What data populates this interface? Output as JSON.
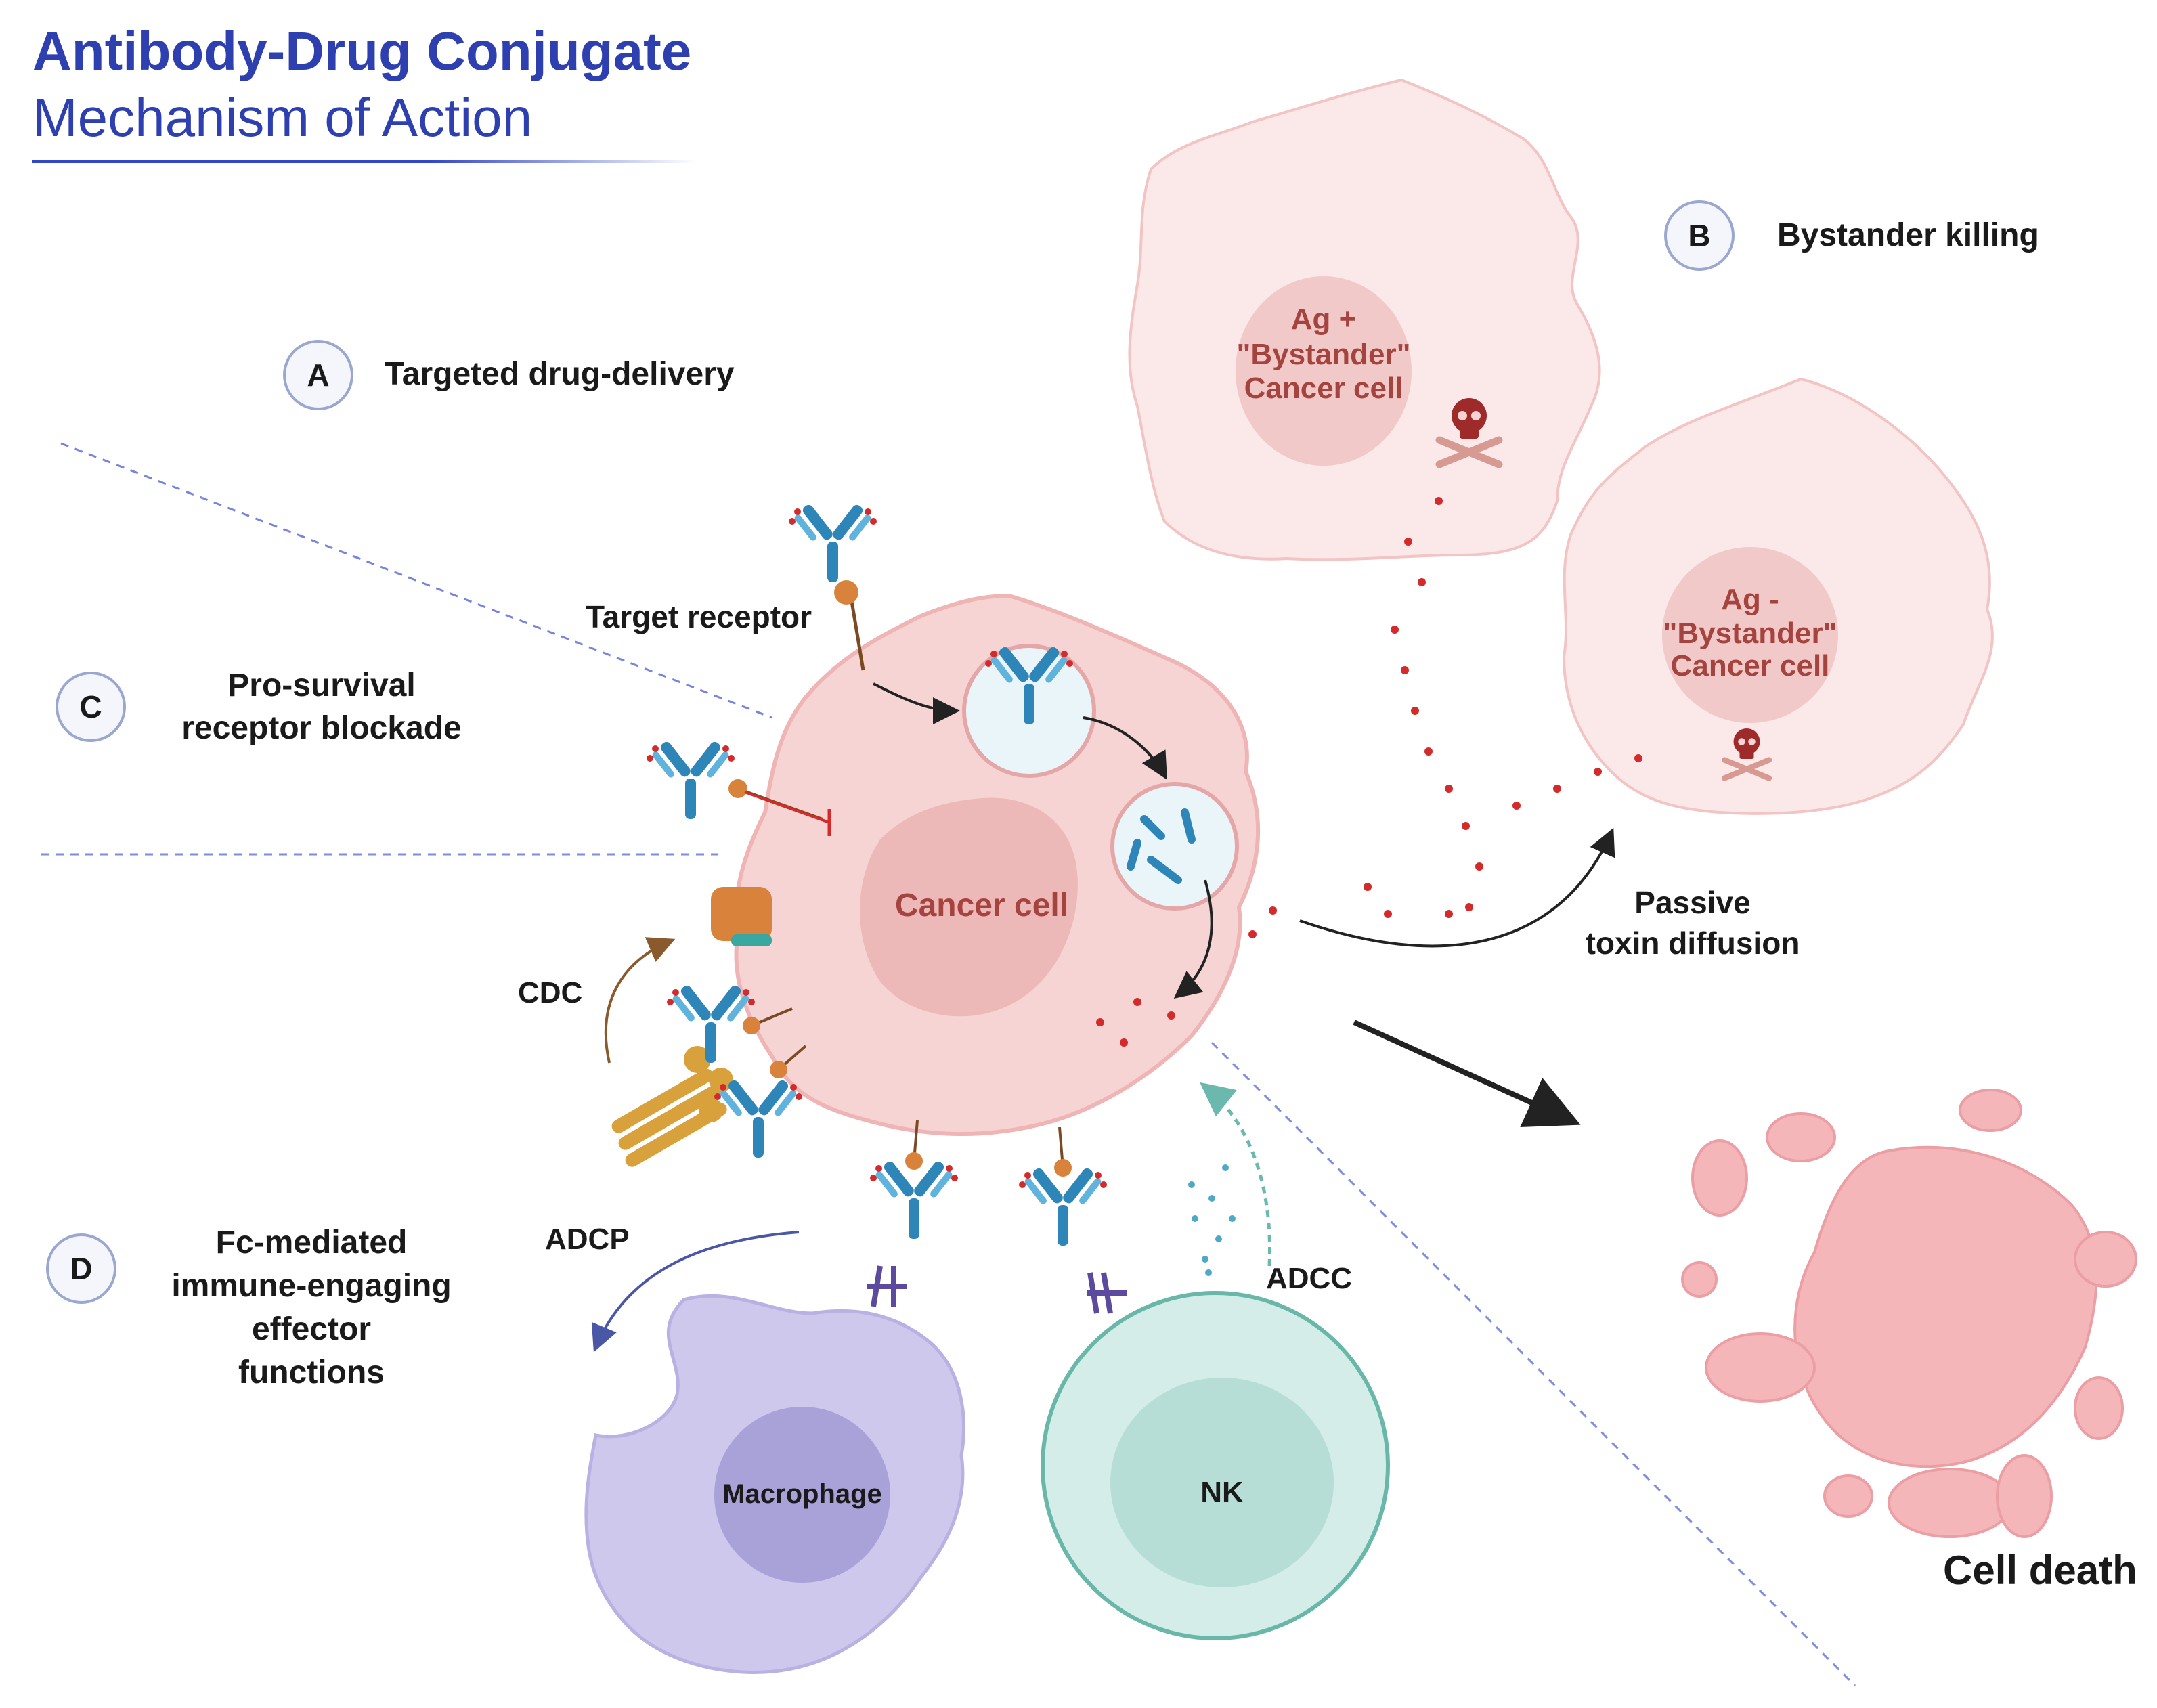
{
  "title": {
    "line1": "Antibody-Drug Conjugate",
    "line2": "Mechanism of Action"
  },
  "sections": {
    "a": {
      "badge": "A",
      "label": "Targeted drug-delivery"
    },
    "b": {
      "badge": "B",
      "label": "Bystander killing"
    },
    "c": {
      "badge": "C",
      "label_line1": "Pro-survival",
      "label_line2": "receptor blockade"
    },
    "d": {
      "badge": "D",
      "label_line1": "Fc-mediated",
      "label_line2": "immune-engaging",
      "label_line3": "effector",
      "label_line4": "functions"
    }
  },
  "labels": {
    "target_receptor": "Target receptor",
    "cdc": "CDC",
    "adcp": "ADCP",
    "adcc": "ADCC",
    "passive_line1": "Passive",
    "passive_line2": "toxin diffusion",
    "cell_death": "Cell death"
  },
  "cells": {
    "cancer": "Cancer cell",
    "ag_pos_line1": "Ag +",
    "ag_pos_line2": "\"Bystander\"",
    "ag_pos_line3": "Cancer cell",
    "ag_neg_line1": "Ag -",
    "ag_neg_line2": "\"Bystander\"",
    "ag_neg_line3": "Cancer cell",
    "macrophage": "Macrophage",
    "nk": "NK"
  },
  "colors": {
    "title": "#2e3fb0",
    "cancer_fill": "#f7d4d4",
    "cancer_stroke": "#efb4b4",
    "nucleus": "#ebb5b5",
    "macrophage": "#cdc8ec",
    "nk": "#d4ede8",
    "antibody": "#2e86b8",
    "toxin": "#d32b2b"
  }
}
